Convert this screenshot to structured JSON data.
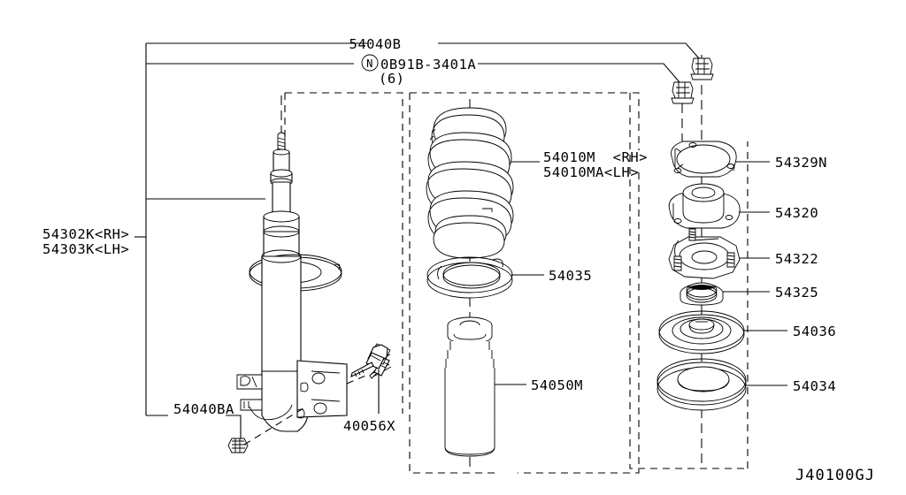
{
  "diagram": {
    "title": "Front Suspension Strut Exploded Parts Diagram",
    "watermark": "J40100GJ",
    "background_color": "#ffffff",
    "line_color": "#000000"
  },
  "labels": {
    "top_bolt": "54040B",
    "top_nut_spec": "0B91B-3401A",
    "top_nut_qty": "(6)",
    "top_nut_mark": "N",
    "strut_rh": "54302K<RH>",
    "strut_lh": "54303K<LH>",
    "spring_rh": "54010M  <RH>",
    "spring_lh": "54010MA<LH>",
    "spring_seat": "54035",
    "dust_boot": "54050M",
    "insulator_plate": "54329N",
    "strut_mount": "54320",
    "mount_bracket": "54322",
    "bearing": "54325",
    "upper_seat": "54036",
    "rubber_seat": "54034",
    "lower_nut": "54040BA",
    "through_bolt": "40056X"
  },
  "parts": [
    {
      "id": "54040B",
      "name": "strut-mounting-bolt",
      "callout": "54040B"
    },
    {
      "id": "0B91B-3401A",
      "name": "strut-mounting-nut",
      "callout": "0B91B-3401A",
      "qty": "(6)"
    },
    {
      "id": "54302K",
      "name": "strut-assembly-rh",
      "callout": "54302K<RH>"
    },
    {
      "id": "54303K",
      "name": "strut-assembly-lh",
      "callout": "54303K<LH>"
    },
    {
      "id": "54010M",
      "name": "coil-spring-rh",
      "callout": "54010M  <RH>"
    },
    {
      "id": "54010MA",
      "name": "coil-spring-lh",
      "callout": "54010MA<LH>"
    },
    {
      "id": "54035",
      "name": "spring-upper-seat",
      "callout": "54035"
    },
    {
      "id": "54050M",
      "name": "dust-cover-bound-bumper",
      "callout": "54050M"
    },
    {
      "id": "54329N",
      "name": "mounting-insulator-plate",
      "callout": "54329N"
    },
    {
      "id": "54320",
      "name": "strut-mounting-insulator",
      "callout": "54320"
    },
    {
      "id": "54322",
      "name": "strut-mounting-bracket",
      "callout": "54322"
    },
    {
      "id": "54325",
      "name": "strut-mounting-bearing",
      "callout": "54325"
    },
    {
      "id": "54036",
      "name": "spring-upper-rubber-seat",
      "callout": "54036"
    },
    {
      "id": "54034",
      "name": "spring-seat-rubber",
      "callout": "54034"
    },
    {
      "id": "54040BA",
      "name": "strut-lower-nut",
      "callout": "54040BA"
    },
    {
      "id": "40056X",
      "name": "strut-through-bolt",
      "callout": "40056X"
    }
  ]
}
